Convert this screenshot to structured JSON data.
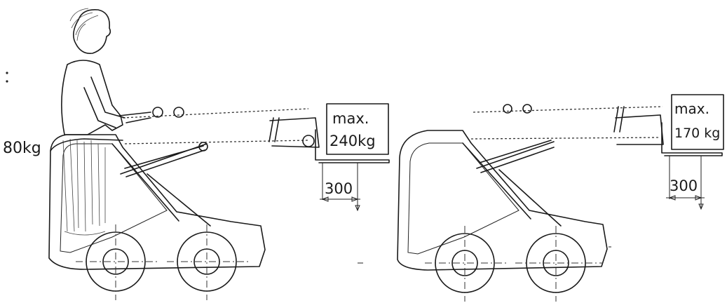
{
  "left_machine": {
    "operator_weight": "80kg",
    "load_label_line1": "max.",
    "load_label_line2": "240kg",
    "distance": "300"
  },
  "right_machine": {
    "load_label_line1": "max.",
    "load_label_line2": "170 kg",
    "distance": "300"
  }
}
